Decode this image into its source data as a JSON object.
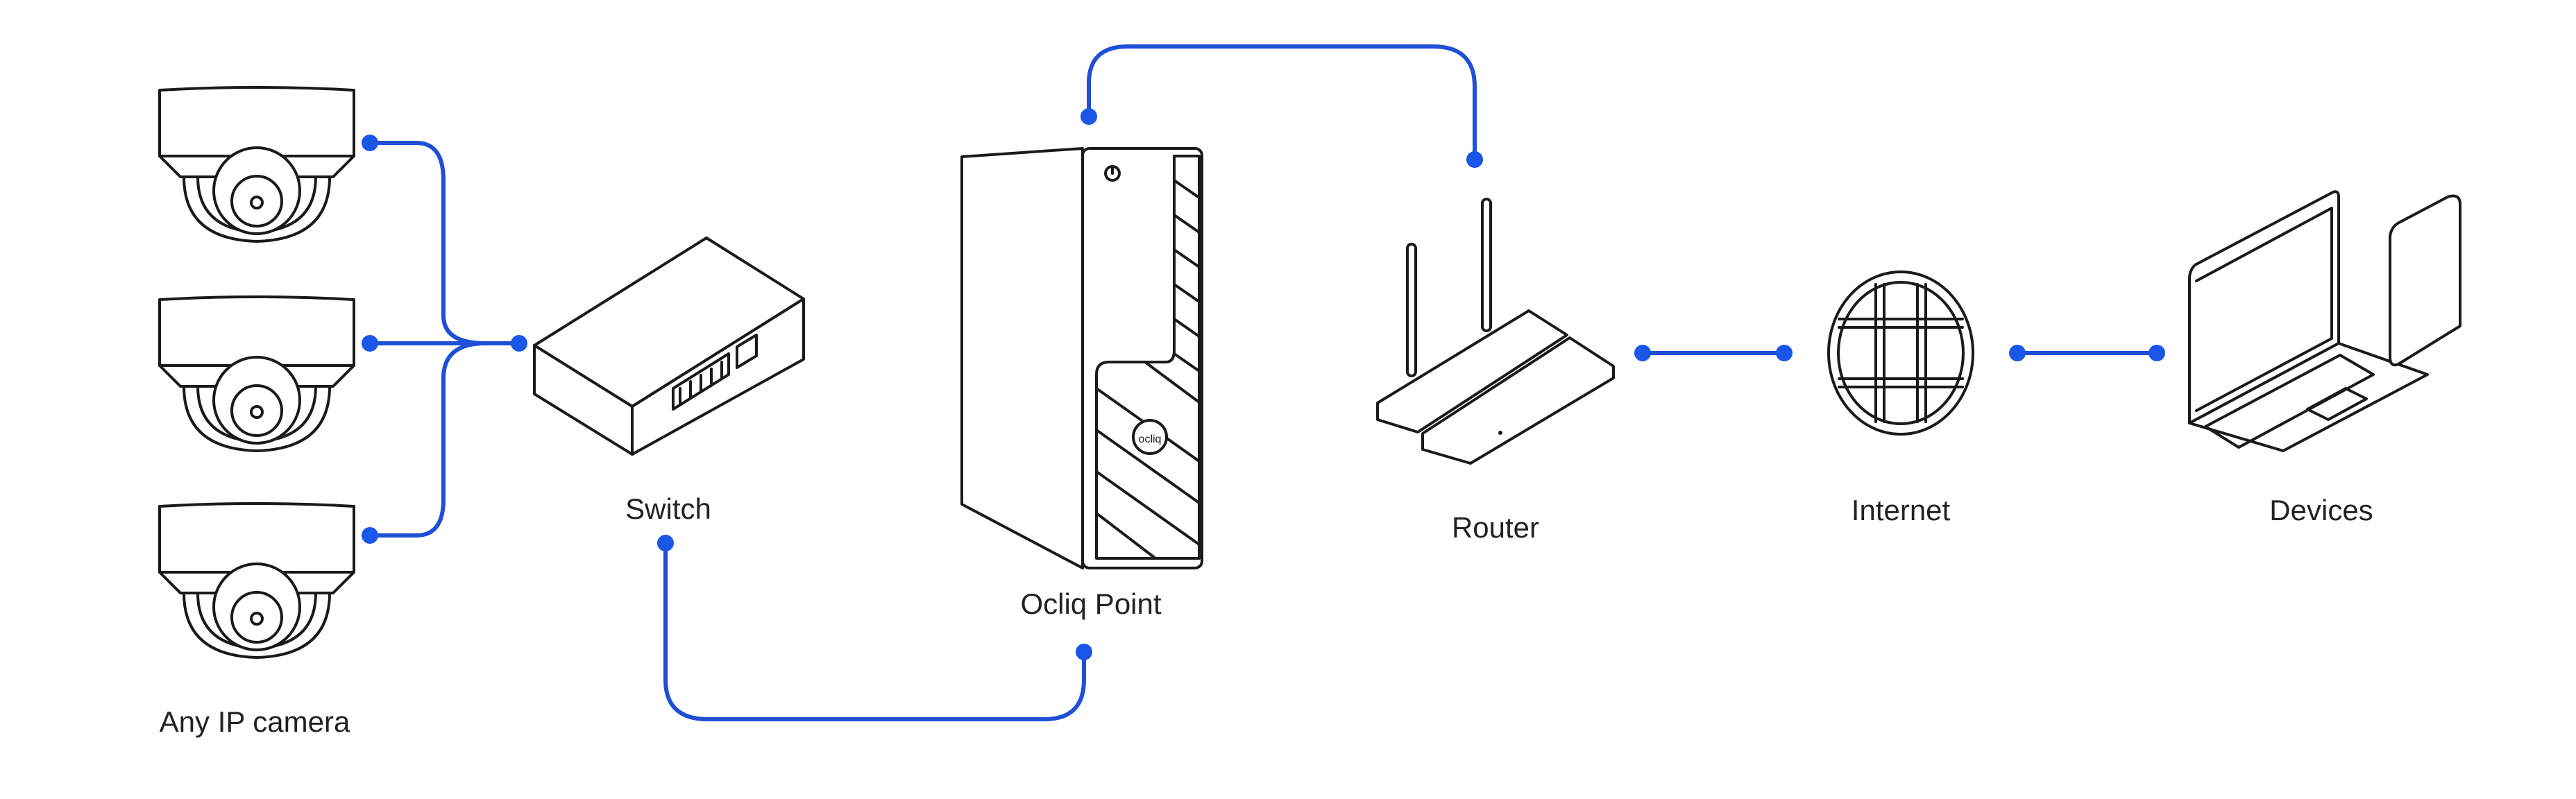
{
  "diagram": {
    "nodes": [
      {
        "id": "camera",
        "label": "Any IP camera",
        "icon": "dome-camera-icon",
        "count": 3
      },
      {
        "id": "switch",
        "label": "Switch",
        "icon": "network-switch-icon"
      },
      {
        "id": "ocliq",
        "label": "Ocliq Point",
        "icon": "tower-server-icon"
      },
      {
        "id": "router",
        "label": "Router",
        "icon": "wifi-router-icon"
      },
      {
        "id": "internet",
        "label": "Internet",
        "icon": "globe-icon"
      },
      {
        "id": "devices",
        "label": "Devices",
        "icon": "laptop-tablet-icon"
      }
    ],
    "edges": [
      [
        "camera",
        "switch"
      ],
      [
        "switch",
        "ocliq"
      ],
      [
        "ocliq",
        "router"
      ],
      [
        "router",
        "internet"
      ],
      [
        "internet",
        "devices"
      ]
    ],
    "colors": {
      "connector": "#1f4fd6",
      "outline": "#1a1a1a",
      "background": "#ffffff"
    }
  }
}
